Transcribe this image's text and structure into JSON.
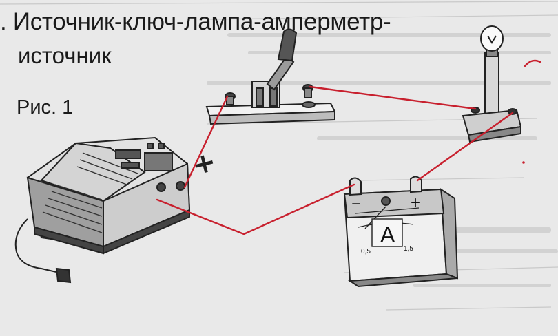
{
  "heading": {
    "line1": ". Источник-ключ-лампа-амперметр-",
    "line2": "источник"
  },
  "figure": {
    "label": "Рис. 1",
    "plus_mark": "+",
    "ammeter": {
      "letter": "A",
      "minus": "−",
      "plus": "+",
      "scale_left": "0,5",
      "scale_right": "1,5"
    }
  },
  "colors": {
    "ink": "#1a1a1a",
    "paper": "#e9e9e9",
    "wire": "#c8202e"
  }
}
